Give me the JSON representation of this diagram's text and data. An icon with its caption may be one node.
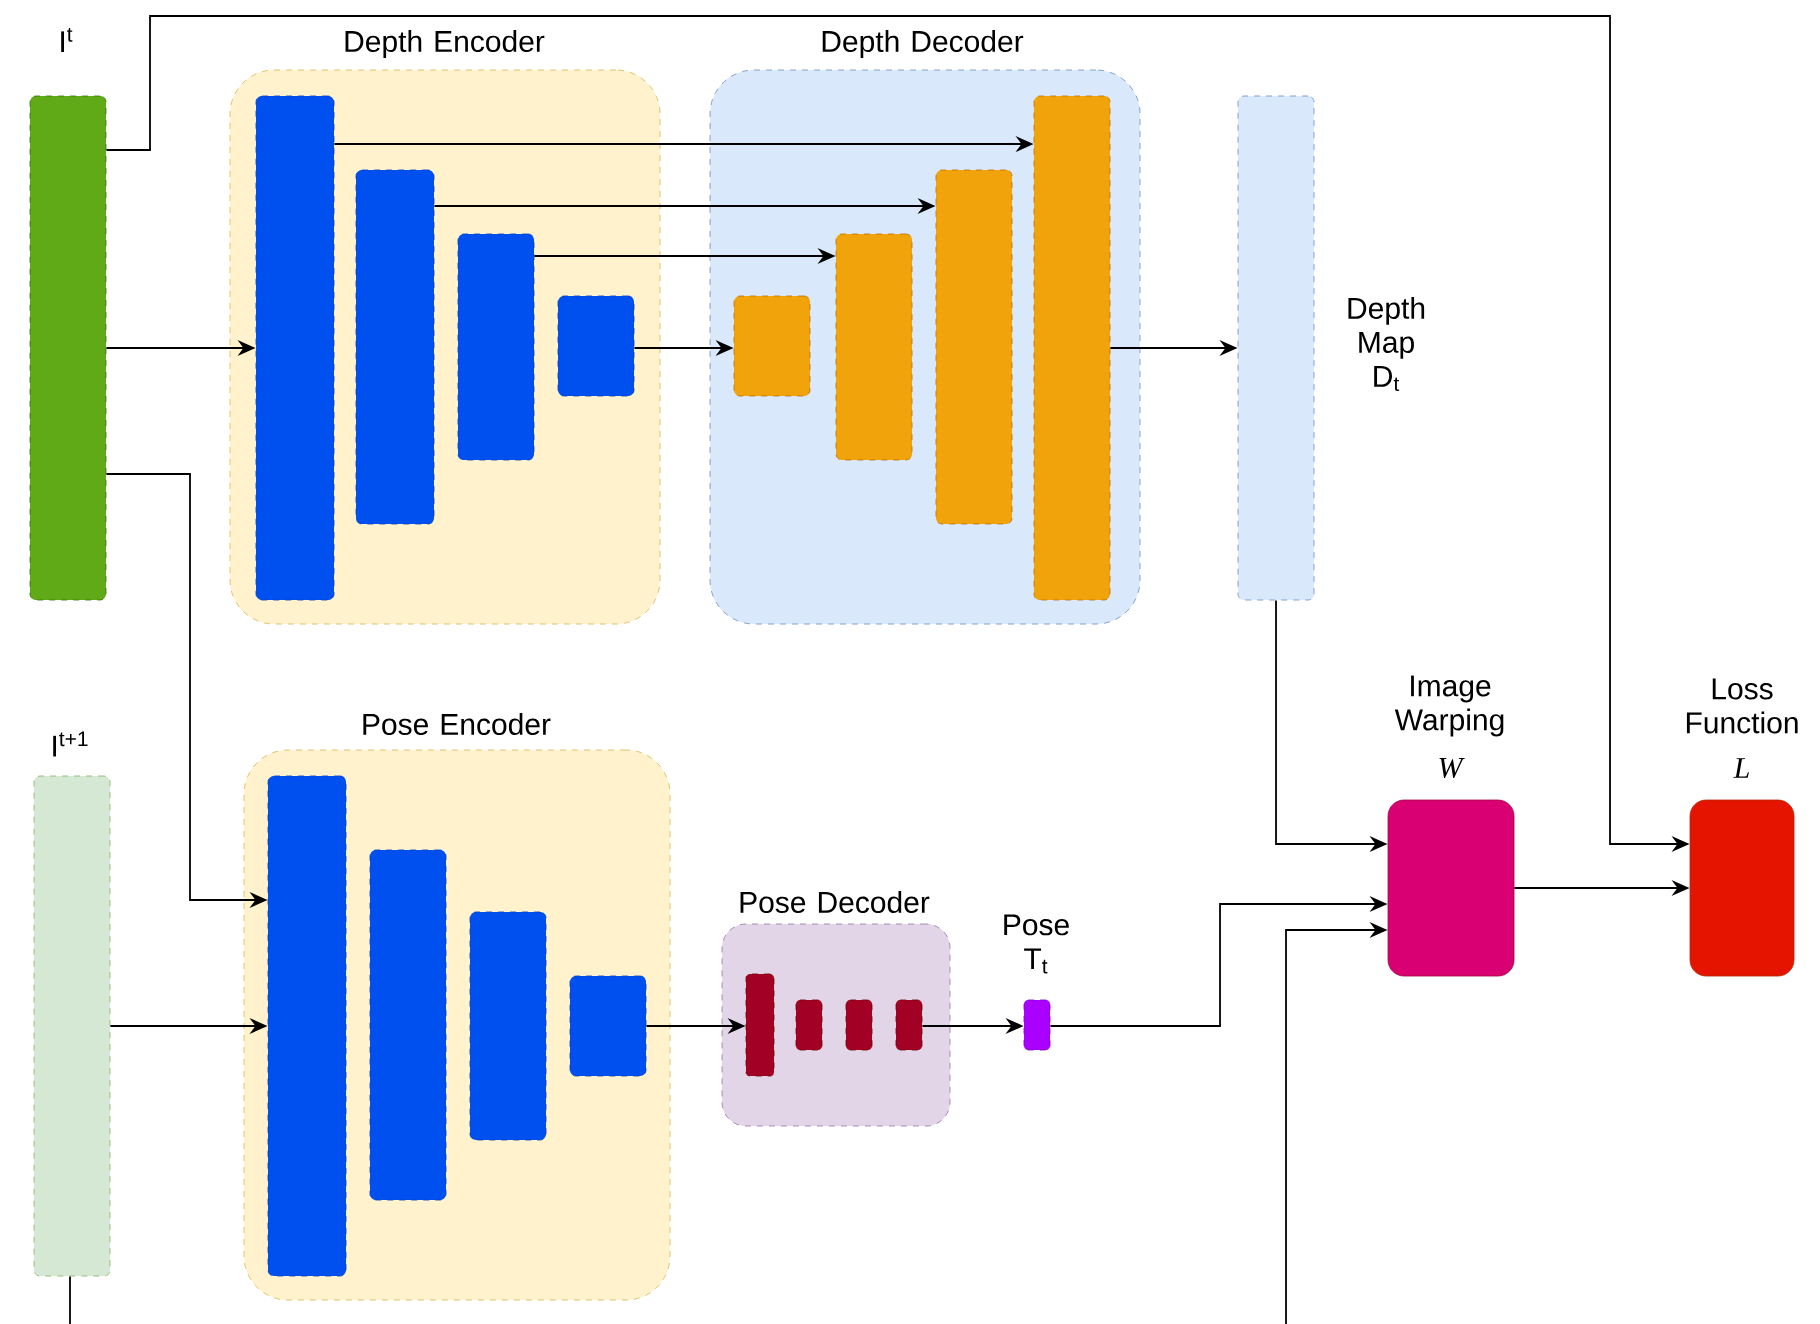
{
  "diagram": {
    "nodes": [
      {
        "text": [
          "I$^{t}$"
        ]
      },
      {
        "text": [
          "Depth Encoder"
        ]
      },
      {
        "text": [],
        "shape": "box",
        "in": 1
      },
      {
        "text": [],
        "shape": "box",
        "in": 1
      },
      {
        "text": [],
        "shape": "box",
        "in": 1
      },
      {
        "text": [],
        "shape": "box",
        "in": 1
      },
      {
        "text": [
          "Depth Decoder"
        ]
      },
      {
        "text": [],
        "shape": "box",
        "in": 6
      },
      {
        "text": [],
        "shape": "box",
        "in": 6
      },
      {
        "text": [],
        "shape": "box",
        "in": 6
      },
      {
        "text": [],
        "shape": "box",
        "in": 6
      },
      {
        "text": [
          "Depth Map D$_{t}$"
        ]
      },
      {
        "text": [
          "I$^{t+1}$"
        ]
      },
      {
        "text": [
          "Pose Encoder"
        ]
      },
      {
        "text": [],
        "shape": "box",
        "in": 13
      },
      {
        "text": [],
        "shape": "box",
        "in": 13
      },
      {
        "text": [],
        "shape": "box",
        "in": 13
      },
      {
        "text": [],
        "shape": "box",
        "in": 13
      },
      {
        "text": [
          "Pose Decoder"
        ]
      },
      {
        "text": [],
        "shape": "box",
        "in": 18
      },
      {
        "text": [],
        "shape": "box",
        "in": 18
      },
      {
        "text": [],
        "shape": "box",
        "in": 18
      },
      {
        "text": [],
        "shape": "box",
        "in": 18
      },
      {
        "text": [
          "Pose T$_{t}$"
        ]
      },
      {
        "text": [
          "Image Warping",
          "W"
        ]
      },
      {
        "text": [
          "Loss Function",
          "L"
        ]
      }
    ],
    "edges": [
      {
        "from": 0,
        "to": 2,
        "arrow": "to"
      },
      {
        "from": 0,
        "to": 25,
        "arrow": "to"
      },
      {
        "from": 0,
        "to": 14,
        "arrow": "to"
      },
      {
        "from": 2,
        "to": 10,
        "arrow": "to"
      },
      {
        "from": 3,
        "to": 9,
        "arrow": "to"
      },
      {
        "from": 4,
        "to": 8,
        "arrow": "to"
      },
      {
        "from": 5,
        "to": 7,
        "arrow": "to"
      },
      {
        "from": 10,
        "to": 11,
        "arrow": "to"
      },
      {
        "from": 11,
        "to": 24,
        "arrow": "to"
      },
      {
        "from": 12,
        "to": 14,
        "arrow": "to"
      },
      {
        "from": 12,
        "to": null,
        "arrow": "none"
      },
      {
        "from": null,
        "to": 24,
        "arrow": "to"
      },
      {
        "from": 17,
        "to": 19,
        "arrow": "to"
      },
      {
        "from": 22,
        "to": 23,
        "arrow": "to"
      },
      {
        "from": 23,
        "to": 24,
        "arrow": "to"
      },
      {
        "from": 24,
        "to": 25,
        "arrow": "to"
      }
    ]
  }
}
